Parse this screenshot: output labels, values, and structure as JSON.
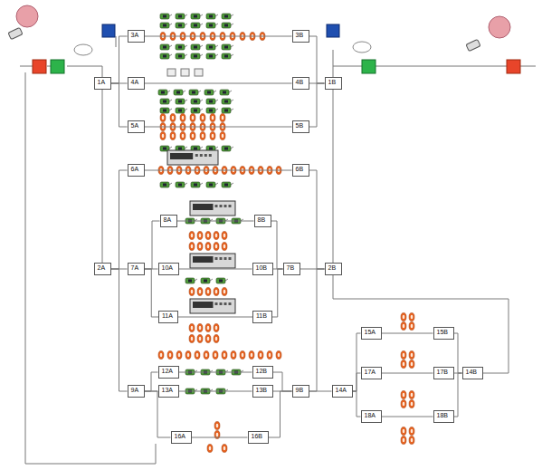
{
  "diagram": {
    "nodes": [
      {
        "text": [
          "1A"
        ]
      },
      {
        "text": [
          "3A"
        ]
      },
      {
        "text": [
          "3B"
        ]
      },
      {
        "text": [
          "4A"
        ]
      },
      {
        "text": [
          "4B"
        ]
      },
      {
        "text": [
          "1B"
        ]
      },
      {
        "text": [
          "5A"
        ]
      },
      {
        "text": [
          "5B"
        ]
      },
      {
        "text": [
          "6A"
        ]
      },
      {
        "text": [
          "6B"
        ]
      },
      {
        "text": [
          "2A"
        ]
      },
      {
        "text": [
          "7A"
        ]
      },
      {
        "text": [
          "8A"
        ]
      },
      {
        "text": [
          "8B"
        ]
      },
      {
        "text": [
          "10A"
        ]
      },
      {
        "text": [
          "10B"
        ]
      },
      {
        "text": [
          "7B"
        ]
      },
      {
        "text": [
          "2B"
        ]
      },
      {
        "text": [
          "11A"
        ]
      },
      {
        "text": [
          "11B"
        ]
      },
      {
        "text": [
          "12A"
        ]
      },
      {
        "text": [
          "12B"
        ]
      },
      {
        "text": [
          "9A"
        ]
      },
      {
        "text": [
          "13A"
        ]
      },
      {
        "text": [
          "13B"
        ]
      },
      {
        "text": [
          "9B"
        ]
      },
      {
        "text": [
          "14A"
        ]
      },
      {
        "text": [
          "15A"
        ]
      },
      {
        "text": [
          "15B"
        ]
      },
      {
        "text": [
          "17A"
        ]
      },
      {
        "text": [
          "17B"
        ]
      },
      {
        "text": [
          "18A"
        ]
      },
      {
        "text": [
          "18B"
        ]
      },
      {
        "text": [
          "14B"
        ]
      },
      {
        "text": [
          "16A"
        ]
      },
      {
        "text": [
          "16B"
        ]
      }
    ],
    "edges": [
      {
        "from": 0,
        "to": 1,
        "arrow": "none"
      },
      {
        "from": 0,
        "to": 3,
        "arrow": "none"
      },
      {
        "from": 0,
        "to": 6,
        "arrow": "none"
      },
      {
        "from": 1,
        "to": 2,
        "arrow": "none"
      },
      {
        "from": 3,
        "to": 4,
        "arrow": "none"
      },
      {
        "from": 6,
        "to": 7,
        "arrow": "none"
      },
      {
        "from": 2,
        "to": 5,
        "arrow": "none"
      },
      {
        "from": 4,
        "to": 5,
        "arrow": "none"
      },
      {
        "from": 7,
        "to": 5,
        "arrow": "none"
      },
      {
        "from": 0,
        "to": 10,
        "arrow": "none"
      },
      {
        "from": 10,
        "to": 8,
        "arrow": "none"
      },
      {
        "from": 10,
        "to": 11,
        "arrow": "none"
      },
      {
        "from": 10,
        "to": 22,
        "arrow": "none"
      },
      {
        "from": 8,
        "to": 9,
        "arrow": "none"
      },
      {
        "from": 9,
        "to": 17,
        "arrow": "none"
      },
      {
        "from": 11,
        "to": 12,
        "arrow": "none"
      },
      {
        "from": 11,
        "to": 14,
        "arrow": "none"
      },
      {
        "from": 11,
        "to": 18,
        "arrow": "none"
      },
      {
        "from": 12,
        "to": 13,
        "arrow": "none"
      },
      {
        "from": 14,
        "to": 15,
        "arrow": "none"
      },
      {
        "from": 18,
        "to": 19,
        "arrow": "none"
      },
      {
        "from": 13,
        "to": 16,
        "arrow": "none"
      },
      {
        "from": 15,
        "to": 16,
        "arrow": "none"
      },
      {
        "from": 19,
        "to": 16,
        "arrow": "none"
      },
      {
        "from": 16,
        "to": 17,
        "arrow": "none"
      },
      {
        "from": 17,
        "to": 5,
        "arrow": "none"
      },
      {
        "from": 22,
        "to": 20,
        "arrow": "none"
      },
      {
        "from": 22,
        "to": 23,
        "arrow": "none"
      },
      {
        "from": 20,
        "to": 21,
        "arrow": "none"
      },
      {
        "from": 23,
        "to": 24,
        "arrow": "none"
      },
      {
        "from": 21,
        "to": 25,
        "arrow": "none"
      },
      {
        "from": 24,
        "to": 25,
        "arrow": "none"
      },
      {
        "from": 25,
        "to": 17,
        "arrow": "none"
      },
      {
        "from": 22,
        "to": 34,
        "arrow": "none"
      },
      {
        "from": 34,
        "to": 35,
        "arrow": "none"
      },
      {
        "from": 35,
        "to": 25,
        "arrow": "none"
      },
      {
        "from": 25,
        "to": 26,
        "arrow": "none"
      },
      {
        "from": 26,
        "to": 27,
        "arrow": "none"
      },
      {
        "from": 26,
        "to": 29,
        "arrow": "none"
      },
      {
        "from": 26,
        "to": 31,
        "arrow": "none"
      },
      {
        "from": 27,
        "to": 28,
        "arrow": "none"
      },
      {
        "from": 29,
        "to": 30,
        "arrow": "none"
      },
      {
        "from": 31,
        "to": 32,
        "arrow": "none"
      },
      {
        "from": 28,
        "to": 33,
        "arrow": "none"
      },
      {
        "from": 30,
        "to": 33,
        "arrow": "none"
      },
      {
        "from": 32,
        "to": 33,
        "arrow": "none"
      },
      {
        "from": 33,
        "to": 17,
        "arrow": "none"
      }
    ]
  }
}
